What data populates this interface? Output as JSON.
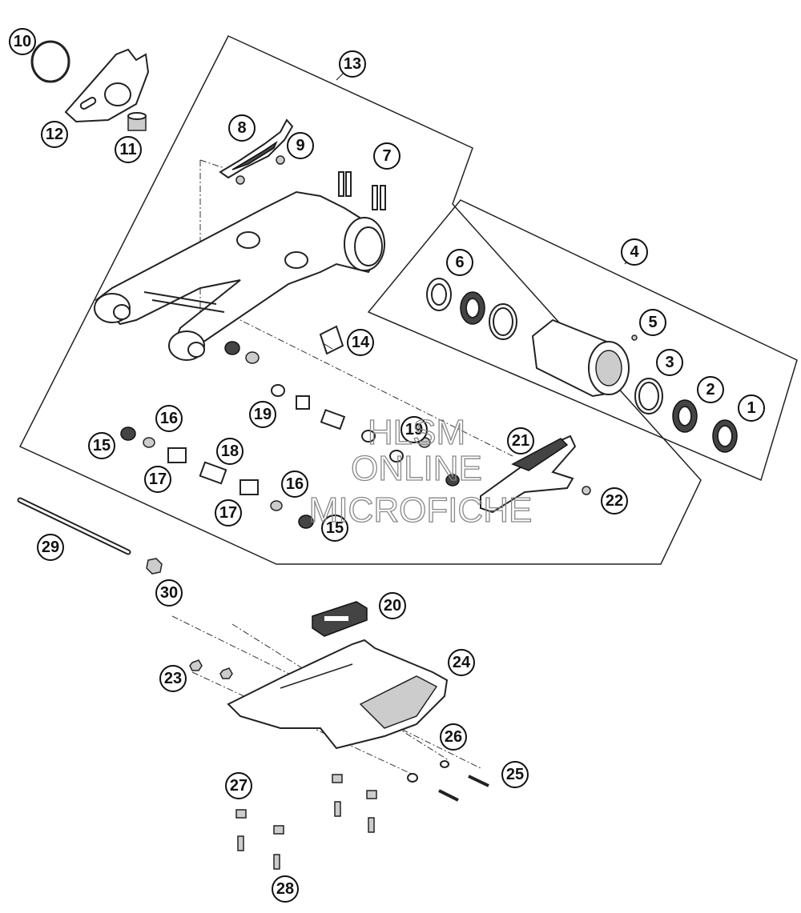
{
  "watermark": {
    "line1": "HLSM",
    "line2": "ONLINE",
    "line3": "MICROFICHE"
  },
  "callouts": [
    {
      "id": "c10",
      "label": "10",
      "part": "circlip"
    },
    {
      "id": "c12",
      "label": "12",
      "part": "chain guide plate"
    },
    {
      "id": "c11",
      "label": "11",
      "part": "bushing"
    },
    {
      "id": "c13",
      "label": "13",
      "part": "swingarm assembly"
    },
    {
      "id": "c8",
      "label": "8",
      "part": "chain guide rail"
    },
    {
      "id": "c9",
      "label": "9",
      "part": "screw"
    },
    {
      "id": "c7",
      "label": "7",
      "part": "bolts"
    },
    {
      "id": "c4",
      "label": "4",
      "part": "eccentric hub assembly"
    },
    {
      "id": "c6",
      "label": "6",
      "part": "seal ring"
    },
    {
      "id": "c5",
      "label": "5",
      "part": "grease nipple"
    },
    {
      "id": "c3",
      "label": "3",
      "part": "ring"
    },
    {
      "id": "c2",
      "label": "2",
      "part": "bearing"
    },
    {
      "id": "c1",
      "label": "1",
      "part": "seal ring"
    },
    {
      "id": "c14",
      "label": "14",
      "part": "sticker"
    },
    {
      "id": "c16a",
      "label": "16",
      "part": "needle bearing"
    },
    {
      "id": "c15a",
      "label": "15",
      "part": "seal"
    },
    {
      "id": "c19a",
      "label": "19",
      "part": "washer"
    },
    {
      "id": "c19b",
      "label": "19",
      "part": "washer"
    },
    {
      "id": "c21",
      "label": "21",
      "part": "chain slider"
    },
    {
      "id": "c18",
      "label": "18",
      "part": "sleeve"
    },
    {
      "id": "c17a",
      "label": "17",
      "part": "bushing"
    },
    {
      "id": "c16b",
      "label": "16",
      "part": "needle bearing"
    },
    {
      "id": "c22",
      "label": "22",
      "part": "screw"
    },
    {
      "id": "c17b",
      "label": "17",
      "part": "bushing"
    },
    {
      "id": "c15b",
      "label": "15",
      "part": "seal"
    },
    {
      "id": "c29",
      "label": "29",
      "part": "swingarm pivot shaft"
    },
    {
      "id": "c30",
      "label": "30",
      "part": "nut"
    },
    {
      "id": "c20",
      "label": "20",
      "part": "damper"
    },
    {
      "id": "c24",
      "label": "24",
      "part": "skid plate"
    },
    {
      "id": "c23",
      "label": "23",
      "part": "nut"
    },
    {
      "id": "c26",
      "label": "26",
      "part": "washer"
    },
    {
      "id": "c25",
      "label": "25",
      "part": "screw"
    },
    {
      "id": "c27",
      "label": "27",
      "part": "rubber bushing"
    },
    {
      "id": "c28",
      "label": "28",
      "part": "screw"
    }
  ]
}
